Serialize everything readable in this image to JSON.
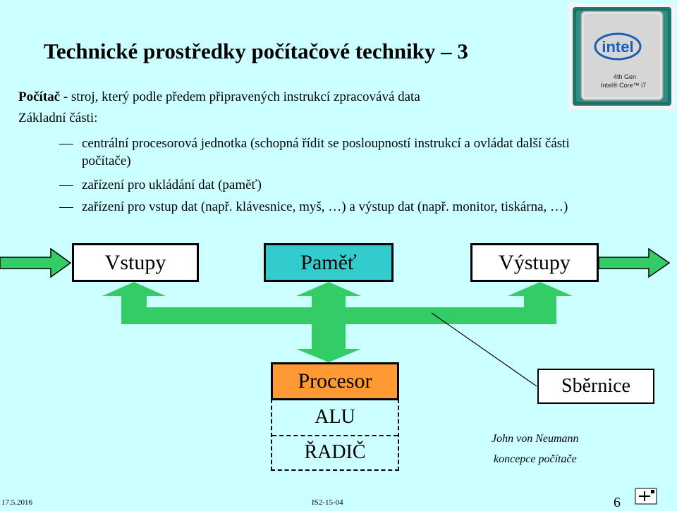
{
  "slide": {
    "title": "Technické prostředky počítačové techniky – 3",
    "definition_term": "Počítač",
    "definition_text": " - stroj, který podle předem připravených instrukcí zpracovává data",
    "parts_heading": "Základní části:",
    "bullets": [
      "centrální procesorová jednotka (schopná řídit se posloupností instrukcí a ovládat další části",
      "počítače)",
      "zařízení pro ukládání dat (paměť)",
      "zařízení pro vstup dat (např. klávesnice, myš, …) a výstup dat (např. monitor, tiskárna, …)"
    ]
  },
  "diagram": {
    "inputs": "Vstupy",
    "memory": "Paměť",
    "outputs": "Výstupy",
    "processor": "Procesor",
    "alu": "ALU",
    "controller": "ŘADIČ",
    "bus": "Sběrnice",
    "note_line1": "John von Neumann",
    "note_line2": "koncepce počítače",
    "colors": {
      "arrow_fill": "#33cc66",
      "memory_fill": "#33cccc",
      "processor_fill": "#ff9933",
      "background": "#ccffff"
    }
  },
  "chip_image": {
    "brand": "intel",
    "line1": "4th Gen",
    "line2": "Intel® Core™ i7"
  },
  "footer": {
    "date": "17.5.2016",
    "code": "IS2-15-04",
    "page": "6"
  }
}
